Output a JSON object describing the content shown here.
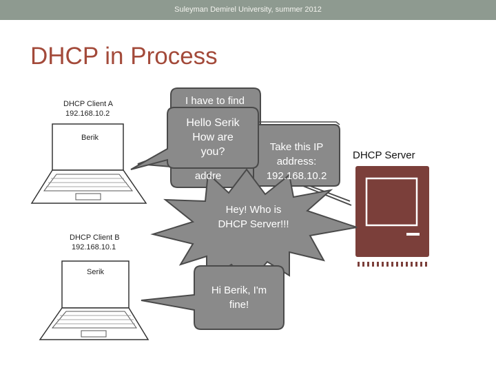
{
  "header": {
    "text": "Suleyman Demirel University, summer 2012"
  },
  "slide": {
    "title": "DHCP in Process"
  },
  "clients": [
    {
      "name_line": "DHCP Client A",
      "ip": "192.168.10.2",
      "user": "Berik"
    },
    {
      "name_line": "DHCP Client B",
      "ip": "192.168.10.1",
      "user": "Serik"
    }
  ],
  "server": {
    "label": "DHCP Server"
  },
  "bubbles": {
    "find": "I have to find",
    "find_rest": "addre",
    "hello_1": "Hello Serik",
    "hello_2": "How are",
    "hello_3": "you?",
    "take_1": "Take this IP",
    "take_2": "address:",
    "take_3": "192.168.10.2",
    "who_1": "Hey! Who is",
    "who_2": "DHCP Server!!!",
    "reply_1": "Hi Berik, I'm",
    "reply_2": "fine!"
  },
  "colors": {
    "bubble_fill": "#8a8a8a",
    "bubble_stroke": "#4a4a4a",
    "server_brown": "#7b3f3a",
    "title_color": "#a34a3a",
    "header_bg": "#8e9a90"
  }
}
